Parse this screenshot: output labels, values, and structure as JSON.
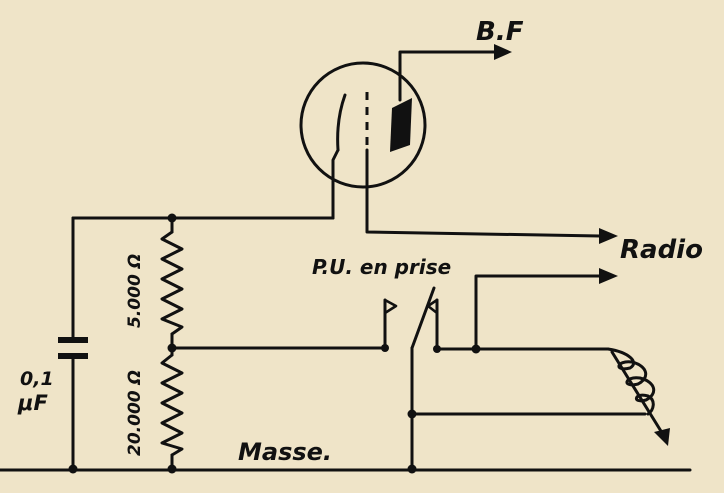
{
  "labels": {
    "bf": "B.F",
    "radio": "Radio",
    "pu_en_prise": "P.U. en prise",
    "masse": "Masse.",
    "r_top": "5.000 Ω",
    "r_bottom": "20.000 Ω",
    "cap_value_line1": "0,1",
    "cap_value_line2": "μF"
  },
  "colors": {
    "paper": "#efe4c8",
    "ink": "#111111"
  }
}
